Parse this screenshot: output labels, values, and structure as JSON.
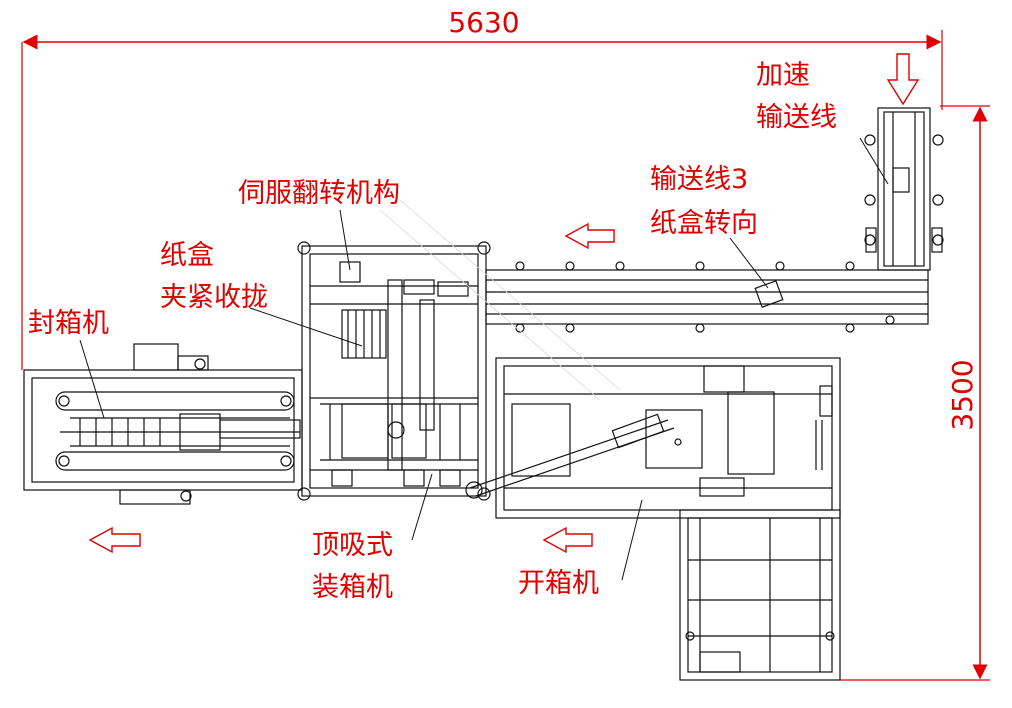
{
  "dimensions": {
    "width_label": "5630",
    "height_label": "3500"
  },
  "labels": {
    "accel_conveyor_line1": "加速",
    "accel_conveyor_line2": "输送线",
    "conveyor3_line1": "输送线3",
    "conveyor3_line2": "纸盒转向",
    "servo_flip": "伺服翻转机构",
    "box_clamp_line1": "纸盒",
    "box_clamp_line2": "夹紧收拢",
    "case_sealer": "封箱机",
    "top_suction_line1": "顶吸式",
    "top_suction_line2": "装箱机",
    "case_erector": "开箱机"
  },
  "colors": {
    "annotation": "#e00000",
    "linework": "#111111"
  },
  "icons": [
    "flow-arrow-down-icon",
    "flow-arrow-left-icon"
  ]
}
